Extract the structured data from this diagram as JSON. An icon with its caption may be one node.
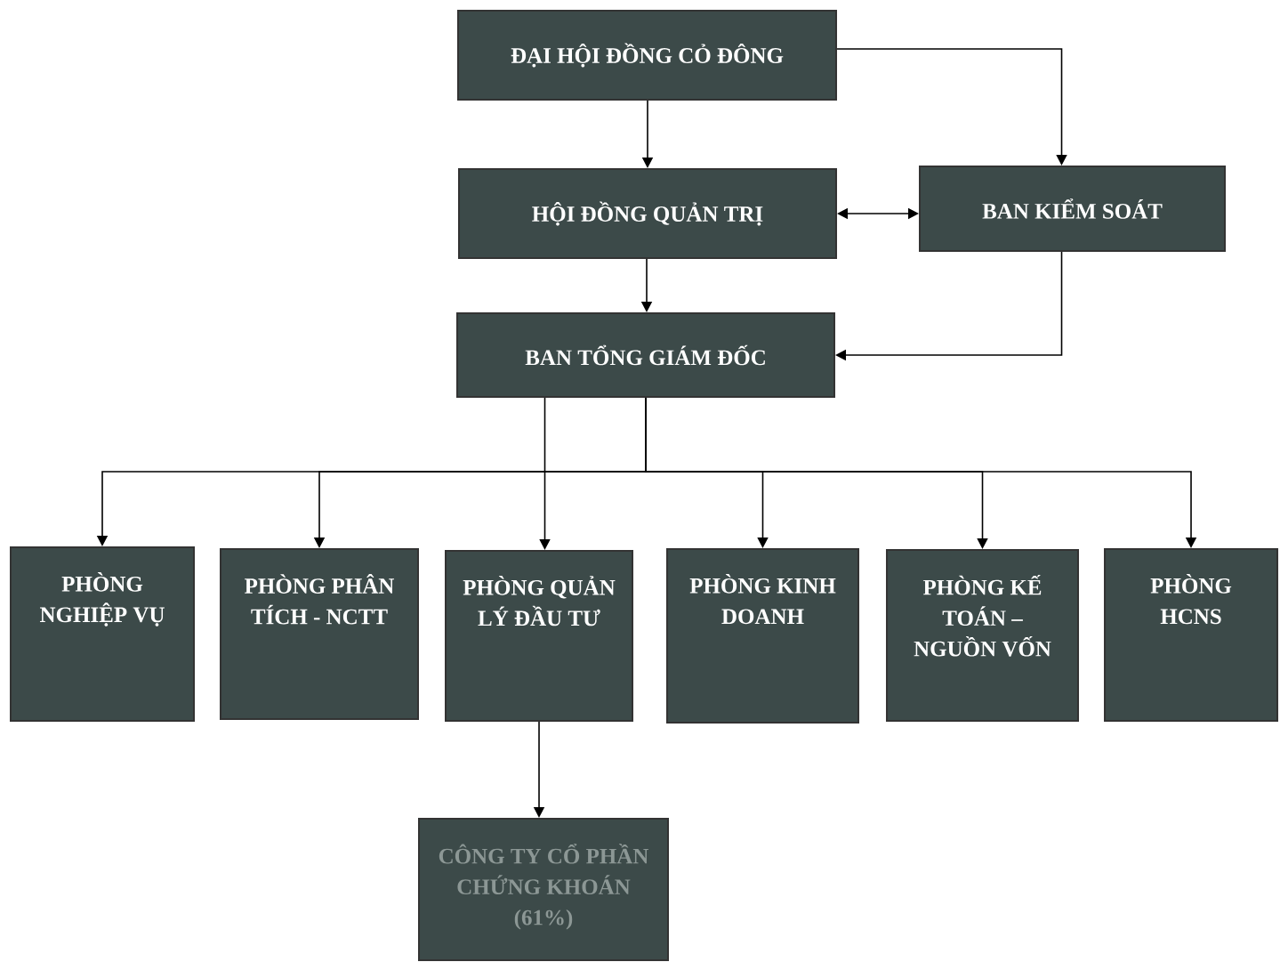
{
  "diagram": {
    "nodes": [
      {
        "text": [
          "ĐẠI HỘI ĐỒNG CỎ ĐÔNG"
        ]
      },
      {
        "text": [
          "HỘI ĐỒNG QUẢN TRỊ"
        ]
      },
      {
        "text": [
          "BAN KIỂM SOÁT"
        ]
      },
      {
        "text": [
          "BAN TỔNG GIÁM ĐỐC"
        ]
      },
      {
        "text": [
          "PHÒNG NGHIỆP VỤ"
        ]
      },
      {
        "text": [
          "PHÒNG PHÂN TÍCH - NCTT"
        ]
      },
      {
        "text": [
          "PHÒNG QUẢN LÝ ĐẦU TƯ"
        ]
      },
      {
        "text": [
          "PHÒNG KINH DOANH"
        ]
      },
      {
        "text": [
          "PHÒNG KẾ TOÁN – NGUỒN VỐN"
        ]
      },
      {
        "text": [
          "PHÒNG HCNS"
        ]
      },
      {
        "text": [
          "CÔNG TY CỔ PHẦN CHỨNG KHOÁN (61%)"
        ]
      }
    ],
    "edges": [
      {
        "from": 0,
        "to": 1,
        "arrow": "to"
      },
      {
        "from": 0,
        "to": 2,
        "arrow": "to"
      },
      {
        "from": 1,
        "to": 2,
        "arrow": "both"
      },
      {
        "from": 1,
        "to": 3,
        "arrow": "to"
      },
      {
        "from": 2,
        "to": 3,
        "arrow": "to"
      },
      {
        "from": 3,
        "to": 4,
        "arrow": "to"
      },
      {
        "from": 3,
        "to": 5,
        "arrow": "to"
      },
      {
        "from": 3,
        "to": 6,
        "arrow": "to"
      },
      {
        "from": 3,
        "to": 7,
        "arrow": "to"
      },
      {
        "from": 3,
        "to": 8,
        "arrow": "to"
      },
      {
        "from": 3,
        "to": 9,
        "arrow": "to"
      },
      {
        "from": 6,
        "to": 10,
        "arrow": "to"
      }
    ]
  }
}
